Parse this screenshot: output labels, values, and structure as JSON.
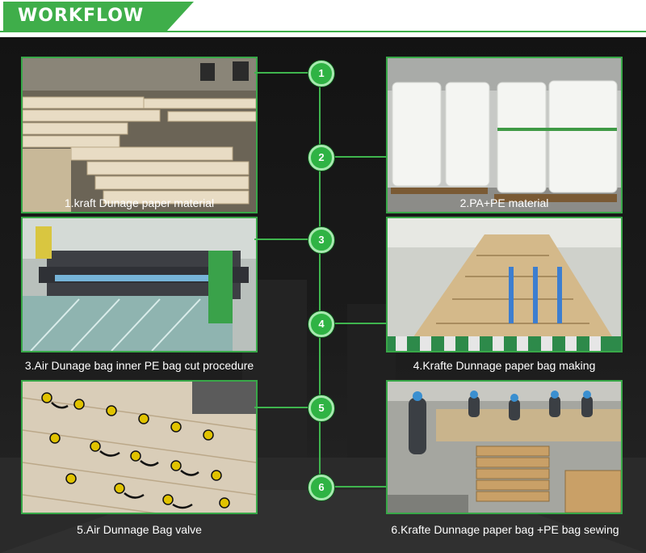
{
  "header": {
    "title": "WORKFLOW"
  },
  "colors": {
    "accent": "#3fae4a",
    "background": "#161616",
    "caption": "#ffffff"
  },
  "steps": [
    {
      "number": "1",
      "caption": "1.kraft Dunage paper material"
    },
    {
      "number": "2",
      "caption": "2.PA+PE material"
    },
    {
      "number": "3",
      "caption": "3.Air Dunage bag inner PE bag cut procedure"
    },
    {
      "number": "4",
      "caption": "4.Krafte Dunnage paper bag making"
    },
    {
      "number": "5",
      "caption": "5.Air Dunnage Bag valve"
    },
    {
      "number": "6",
      "caption": "6.Krafte Dunnage paper bag +PE bag sewing"
    }
  ]
}
